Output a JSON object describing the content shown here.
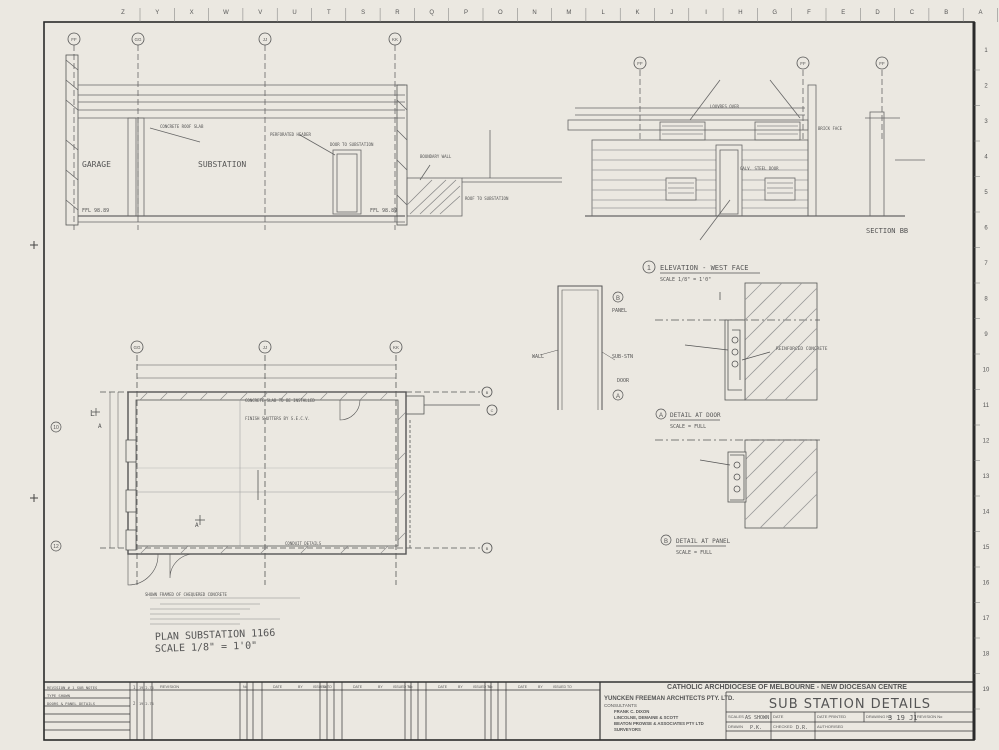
{
  "sheet": {
    "top_letters": [
      "Z",
      "Y",
      "X",
      "W",
      "V",
      "U",
      "T",
      "S",
      "R",
      "Q",
      "P",
      "O",
      "N",
      "M",
      "L",
      "K",
      "J",
      "I",
      "H",
      "G",
      "F",
      "E",
      "D",
      "C",
      "B",
      "A"
    ],
    "side_numbers": [
      "1",
      "2",
      "3",
      "4",
      "5",
      "6",
      "7",
      "8",
      "9",
      "10",
      "11",
      "12",
      "13",
      "14",
      "15",
      "16",
      "17",
      "18",
      "19"
    ]
  },
  "section": {
    "grids": [
      "FF",
      "GG",
      "JJ",
      "KK"
    ],
    "labels": {
      "garage": "GARAGE",
      "substation": "SUBSTATION",
      "ffl": "FFL 98.89",
      "ffl2": "FFL 98.89"
    },
    "notes": [
      "CONCRETE ROOF SLAB",
      "PERFORATED HEADER",
      "DOOR TO SUBSTATION",
      "BOUNDARY WALL",
      "ROOF TO SUBSTATION"
    ]
  },
  "elevation": {
    "grids": [
      "FF",
      "FF"
    ],
    "title": "ELEVATION - WEST FACE",
    "scale": "SCALE 1/8\" = 1'0\"",
    "callout_num": "1",
    "notes": [
      "LOUVRES OVER",
      "GALV. STEEL DOOR",
      "BRICK FACE"
    ]
  },
  "section_bb": {
    "grid": "FF",
    "title": "SECTION BB"
  },
  "door_detail": {
    "labels": {
      "panel": "PANEL",
      "wall": "WALL",
      "sub_stn": "SUB-STN",
      "door": "DOOR"
    },
    "markers": [
      "B",
      "A"
    ]
  },
  "detail_a": {
    "title": "DETAIL AT DOOR",
    "scale": "SCALE = FULL",
    "mark": "A",
    "note": "REINFORCED CONCRETE"
  },
  "detail_b": {
    "title": "DETAIL AT PANEL",
    "scale": "SCALE = FULL",
    "mark": "B"
  },
  "plan": {
    "grids": [
      "GG",
      "JJ",
      "KK"
    ],
    "row_markers": [
      "B",
      "C",
      "B"
    ],
    "side_markers": [
      "L",
      "A",
      "A"
    ],
    "title": "PLAN SUBSTATION 1166",
    "scale": "SCALE 1/8\" = 1'0\"",
    "notes": [
      "SHOWN FRAMED OF CHEQUERED CONCRETE",
      "FINISH SHUTTERS BY S.E.C.V.",
      "CONCRETE SLAB TO BE INSTALLED",
      "CONDUIT DETAILS"
    ],
    "grid_bubble_left": "10",
    "grid_bubble_left2": "12"
  },
  "titleblock": {
    "client": "CATHOLIC ARCHDIOCESE OF MELBOURNE - NEW DIOCESAN CENTRE",
    "architect": "YUNCKEN FREEMAN ARCHITECTS PTY. LTD.",
    "consultants_label": "CONSULTANTS",
    "consultants": [
      "FRANK C. DIXON",
      "LINCOLNE, DEMAINE & SCOTT",
      "BEATON PROWSE & ASSOCIATES PTY LTD",
      "SURVEYORS"
    ],
    "title": "SUB STATION DETAILS",
    "fields": {
      "scales_label": "SCALES",
      "scales_value": "AS SHOWN",
      "date_label": "DATE",
      "date_printed_label": "DATE PRINTED",
      "drawing_no_label": "DRAWING No",
      "drawing_no_value": "3 19 J1",
      "revision_label": "REVISION No",
      "drawn_label": "DRAWN",
      "drawn_value": "P.K.",
      "checked_label": "CHECKED",
      "checked_value": "D.R.",
      "authorised_label": "AUTHORISED"
    },
    "revision_header": [
      "No",
      "DATE",
      "BY",
      "ISSUED TO"
    ],
    "revision_label": "REVISION",
    "revision_rows": [
      {
        "text": "REVISION # 1 SUB NOTES",
        "num": "1",
        "date": "19.2.74"
      },
      {
        "text": "TYPE SHOWN",
        "num": "",
        "": "",
        "date": ""
      },
      {
        "text": "DOORS & PANEL DETAILS",
        "num": "2",
        "date": "19.2.74"
      }
    ]
  },
  "colors": {
    "paper": "#ebe8e1",
    "ink": "#555555",
    "ink_dark": "#333333",
    "border": "#2a2a2a"
  }
}
